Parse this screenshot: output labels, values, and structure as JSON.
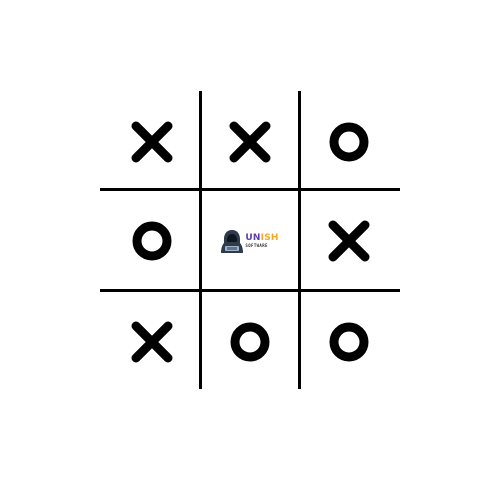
{
  "board": {
    "cells": [
      "X",
      "X",
      "O",
      "O",
      "LOGO",
      "X",
      "X",
      "O",
      "O"
    ]
  },
  "logo": {
    "text_part1": "UN",
    "text_part2": "ISH",
    "subtitle": "SOFTWARE",
    "brand_colors": [
      "#5b3fa8",
      "#f0a92b"
    ],
    "icon": "hooded-figure-icon"
  },
  "colors": {
    "mark": "#000000",
    "grid": "#000000",
    "background": "#ffffff"
  }
}
